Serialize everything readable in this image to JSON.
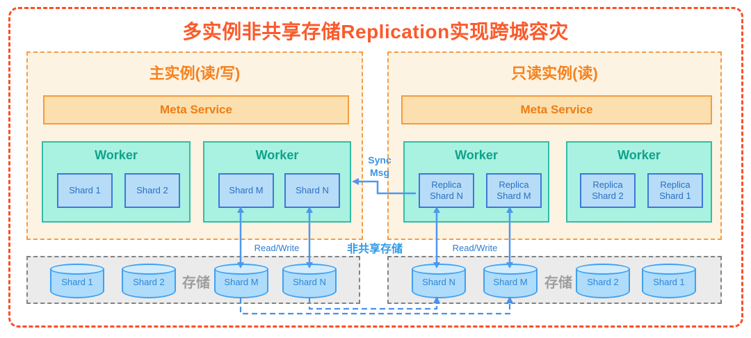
{
  "title": "多实例非共享存储Replication实现跨城容灾",
  "instances": {
    "primary": {
      "title": "主实例(读/写)",
      "meta": "Meta Service",
      "workers": [
        {
          "label": "Worker",
          "shards": [
            "Shard 1",
            "Shard 2"
          ]
        },
        {
          "label": "Worker",
          "shards": [
            "Shard M",
            "Shard N"
          ]
        }
      ]
    },
    "readonly": {
      "title": "只读实例(读)",
      "meta": "Meta Service",
      "workers": [
        {
          "label": "Worker",
          "shards": [
            "Replica Shard N",
            "Replica Shard M"
          ]
        },
        {
          "label": "Worker",
          "shards": [
            "Replica Shard 2",
            "Replica Shard 1"
          ]
        }
      ]
    }
  },
  "storage": {
    "primary": {
      "label": "存储",
      "shards": [
        "Shard 1",
        "Shard 2",
        "Shard M",
        "Shard N"
      ]
    },
    "readonly": {
      "label": "存储",
      "shards": [
        "Shard N",
        "Shard M",
        "Shard 2",
        "Shard 1"
      ]
    }
  },
  "annotations": {
    "sync_line1": "Sync",
    "sync_line2": "Msg",
    "read_write_left": "Read/Write",
    "read_write_right": "Read/Write",
    "non_shared_storage": "非共享存储"
  },
  "colors": {
    "outer_border": "#FB4F27",
    "title_text": "#FA5A2B",
    "instance_border": "#F59B45",
    "instance_bg": "#FDF3E2",
    "instance_title_text": "#F5821F",
    "meta_bg": "#FBDFAE",
    "meta_border": "#F59B3C",
    "meta_text": "#F07C12",
    "worker_bg": "#A9F1E1",
    "worker_border": "#33BCA5",
    "worker_text": "#10A28B",
    "shard_bg": "#B6DCF7",
    "shard_border": "#3C78DC",
    "shard_text": "#2D6FC2",
    "storage_bg": "#EBEBEB",
    "storage_border": "#828282",
    "storage_label_text": "#9E9E9E",
    "cylinder_bg": "#AEDCFA",
    "cylinder_border": "#3FA1F3",
    "cylinder_text": "#2E86D8",
    "solid_arrow": "#4E97F0",
    "dashed_arrow": "#4A90E8",
    "annotation_blue": "#2D7DD2"
  }
}
